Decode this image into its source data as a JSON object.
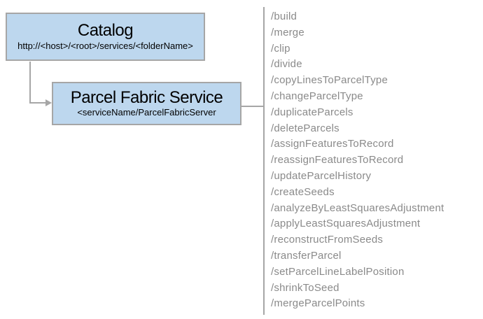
{
  "catalog_box": {
    "title": "Catalog",
    "subtitle": "http://<host>/<root>/services/<folderName>"
  },
  "service_box": {
    "title": "Parcel Fabric Service",
    "subtitle": "<serviceName/ParcelFabricServer"
  },
  "endpoints": [
    "/build",
    "/merge",
    "/clip",
    "/divide",
    "/copyLinesToParcelType",
    "/changeParcelType",
    "/duplicateParcels",
    "/deleteParcels",
    "/assignFeaturesToRecord",
    "/reassignFeaturesToRecord",
    "/updateParcelHistory",
    "/createSeeds",
    "/analyzeByLeastSquaresAdjustment",
    "/applyLeastSquaresAdjustment",
    "/reconstructFromSeeds",
    "/transferParcel",
    "/setParcelLineLabelPosition",
    "/shrinkToSeed",
    "/mergeParcelPoints"
  ],
  "colors": {
    "box_fill": "#bdd7ee",
    "box_border": "#a6a6a6",
    "connector": "#a6a6a6",
    "endpoint_text": "#8a8a8a",
    "title_text": "#000000"
  }
}
